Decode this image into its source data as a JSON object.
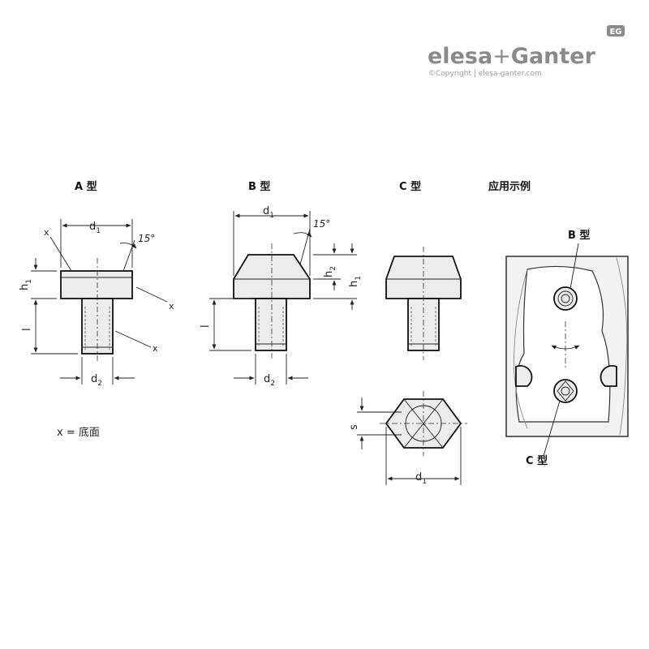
{
  "header": {
    "logo_brand1": "elesa",
    "logo_plus": "+",
    "logo_brand2": "Ganter",
    "logo_badge": "EG",
    "copyright": "©Copyright | elesa-ganter.com"
  },
  "views": {
    "type_a": "A 型",
    "type_b": "B 型",
    "type_c": "C 型",
    "application": "应用示例"
  },
  "dimensions": {
    "d": "d",
    "h": "h",
    "l": "l",
    "s": "s",
    "sub1": "1",
    "sub2": "2",
    "angle": "15°",
    "x": "x"
  },
  "application_labels": {
    "type_b": "B 型",
    "type_c": "C 型"
  },
  "legend": {
    "note": "x = 底面"
  }
}
